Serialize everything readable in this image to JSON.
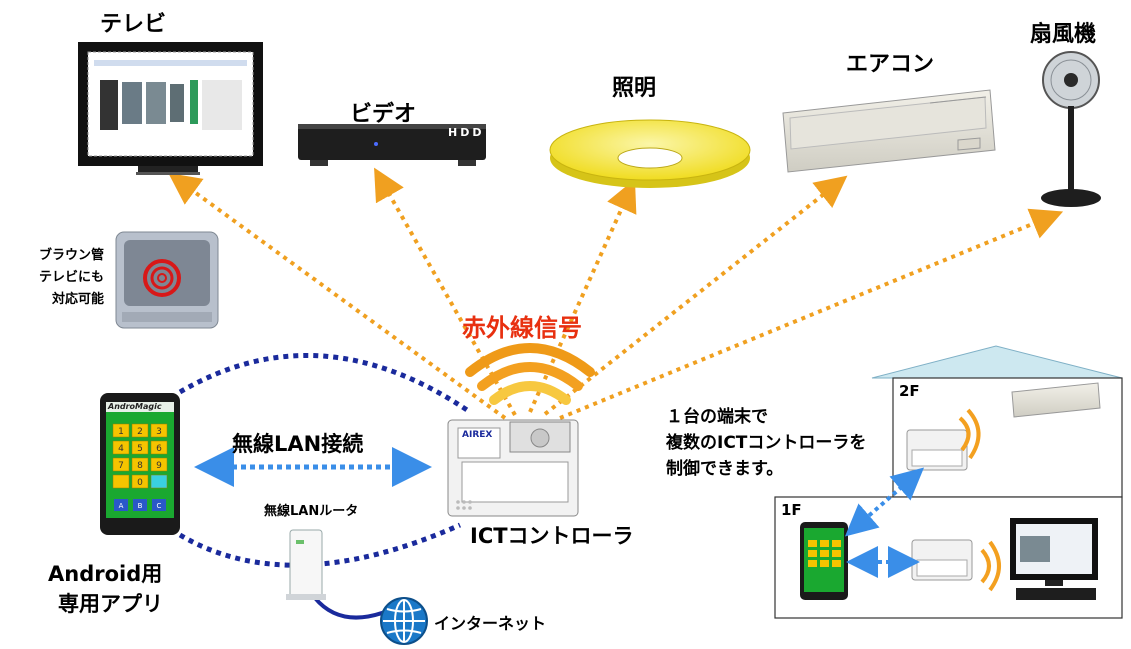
{
  "devices": {
    "tv": "テレビ",
    "video": "ビデオ",
    "video_badge": "HDD",
    "light": "照明",
    "aircon": "エアコン",
    "fan": "扇風機",
    "crt_line1": "ブラウン管",
    "crt_line2": "テレビにも",
    "crt_line3": "対応可能"
  },
  "signal_label": "赤外線信号",
  "wifi_label": "無線LAN接続",
  "router_label": "無線LANルータ",
  "internet_label": "インターネット",
  "controller_label": "ICTコントローラ",
  "controller_brand": "AIREX",
  "app_label_line1": "Android用",
  "app_label_line2": "専用アプリ",
  "phone_brand": "AndroMagic",
  "keypad": [
    "1",
    "2",
    "3",
    "4",
    "5",
    "6",
    "7",
    "8",
    "9",
    "",
    "0",
    ""
  ],
  "bottom_keys": [
    "A",
    "B",
    "C"
  ],
  "multi": {
    "line1": "１台の端末で",
    "line2": "複数のICTコントローラを",
    "line3": "制御できます。"
  },
  "floors": {
    "upper": "2F",
    "lower": "1F"
  },
  "colors": {
    "signal_arrow": "#f0a020",
    "signal_text": "#e83010",
    "network": "#1a2a9c",
    "wifi_arrow": "#3a8ee8",
    "keypad_key": "#f5c400",
    "keypad_bg": "#1aa830",
    "light_fill": "#f6ea3c"
  }
}
